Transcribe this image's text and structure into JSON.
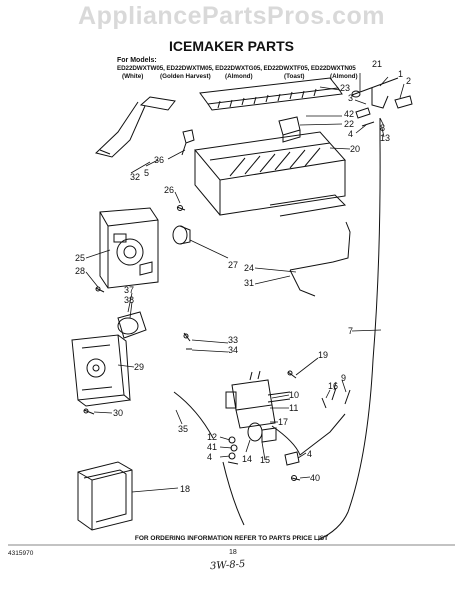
{
  "watermark": "AppliancePartsPros.com",
  "title": "ICEMAKER PARTS",
  "models_label": "For Models:",
  "models_line": "ED22DWXTW05, ED22DWXTM05, ED22DWXTG05, ED22DWXTF05, ED22DWXTN05",
  "colors": [
    "(White)",
    "(Golden Harvest)",
    "(Almond)",
    "(Toast)",
    "(Almond)"
  ],
  "callouts": {
    "c1": "1",
    "c2": "2",
    "c3": "3",
    "c4": "4",
    "c5": "5",
    "c7": "7",
    "c8": "8",
    "c9": "9",
    "c10": "10",
    "c11": "11",
    "c12": "12",
    "c13": "13",
    "c14": "14",
    "c15": "15",
    "c16": "16",
    "c17": "17",
    "c18": "18",
    "c19": "19",
    "c20": "20",
    "c21": "21",
    "c22": "22",
    "c23": "23",
    "c24": "24",
    "c25": "25",
    "c26": "26",
    "c27": "27",
    "c28": "28",
    "c29": "29",
    "c30": "30",
    "c31": "31",
    "c32": "32",
    "c33": "33",
    "c34": "34",
    "c35": "35",
    "c36": "36",
    "c37": "37",
    "c38": "38",
    "c40": "40",
    "c41": "41",
    "c42": "42"
  },
  "footer_note": "FOR ORDERING INFORMATION REFER TO PARTS PRICE LIST",
  "page_number": "18",
  "part_number": "4315970",
  "handwritten": "3W-8-5"
}
